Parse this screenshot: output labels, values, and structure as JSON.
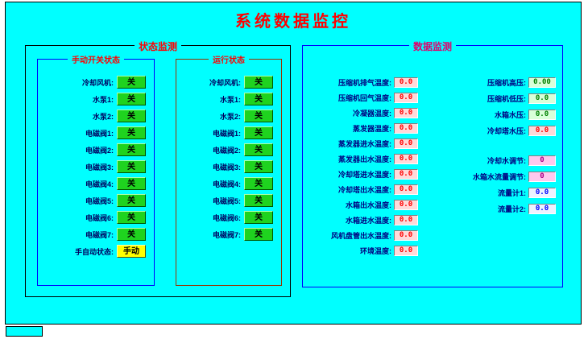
{
  "title": "系统数据监控",
  "colors": {
    "background": "#00FFFF",
    "title_text": "#FF0000",
    "switch_on_button": "#1FD31F",
    "manual_button": "#FFFF00",
    "value_red": "#FF0000",
    "value_green": "#008000",
    "value_blue": "#0000FF"
  },
  "status_section": {
    "label": "状态监测",
    "manual_switch": {
      "title": "手动开关状态",
      "rows": [
        {
          "label": "冷却风机:",
          "value": "关",
          "style": "green"
        },
        {
          "label": "水泵1:",
          "value": "关",
          "style": "green"
        },
        {
          "label": "水泵2:",
          "value": "关",
          "style": "green"
        },
        {
          "label": "电磁阀1:",
          "value": "关",
          "style": "green"
        },
        {
          "label": "电磁阀2:",
          "value": "关",
          "style": "green"
        },
        {
          "label": "电磁阀3:",
          "value": "关",
          "style": "green"
        },
        {
          "label": "电磁阀4:",
          "value": "关",
          "style": "green"
        },
        {
          "label": "电磁阀5:",
          "value": "关",
          "style": "green"
        },
        {
          "label": "电磁阀6:",
          "value": "关",
          "style": "green"
        },
        {
          "label": "电磁阀7:",
          "value": "关",
          "style": "green"
        },
        {
          "label": "手自动状态:",
          "value": "手动",
          "style": "yellow"
        }
      ]
    },
    "running_status": {
      "title": "运行状态",
      "rows": [
        {
          "label": "冷却风机:",
          "value": "关",
          "style": "green"
        },
        {
          "label": "水泵1:",
          "value": "关",
          "style": "green"
        },
        {
          "label": "水泵2:",
          "value": "关",
          "style": "green"
        },
        {
          "label": "电磁阀1:",
          "value": "关",
          "style": "green"
        },
        {
          "label": "电磁阀2:",
          "value": "关",
          "style": "green"
        },
        {
          "label": "电磁阀3:",
          "value": "关",
          "style": "green"
        },
        {
          "label": "电磁阀4:",
          "value": "关",
          "style": "green"
        },
        {
          "label": "电磁阀5:",
          "value": "关",
          "style": "green"
        },
        {
          "label": "电磁阀6:",
          "value": "关",
          "style": "green"
        },
        {
          "label": "电磁阀7:",
          "value": "关",
          "style": "green"
        }
      ]
    }
  },
  "data_section": {
    "label": "数据监测",
    "left_column": [
      {
        "label": "压缩机排气温度:",
        "value": "0.0",
        "color": "red"
      },
      {
        "label": "压缩机回气温度:",
        "value": "0.0",
        "color": "red"
      },
      {
        "label": "冷凝器温度:",
        "value": "0.0",
        "color": "red"
      },
      {
        "label": "蒸发器温度:",
        "value": "0.0",
        "color": "red"
      },
      {
        "label": "蒸发器进水温度:",
        "value": "0.0",
        "color": "red"
      },
      {
        "label": "蒸发器出水温度:",
        "value": "0.0",
        "color": "red"
      },
      {
        "label": "冷却塔进水温度:",
        "value": "0.0",
        "color": "red"
      },
      {
        "label": "冷却塔出水温度:",
        "value": "0.0",
        "color": "red"
      },
      {
        "label": "水箱出水温度:",
        "value": "0.0",
        "color": "red"
      },
      {
        "label": "水箱进水温度:",
        "value": "0.0",
        "color": "red"
      },
      {
        "label": "风机盘管出水温度:",
        "value": "0.0",
        "color": "red"
      },
      {
        "label": "环境温度:",
        "value": "0.0",
        "color": "red"
      }
    ],
    "right_top_column": [
      {
        "label": "压缩机高压:",
        "value": "0.00",
        "color": "green"
      },
      {
        "label": "压缩机低压:",
        "value": "0.0",
        "color": "green"
      },
      {
        "label": "水箱水压:",
        "value": "0.0",
        "color": "green"
      },
      {
        "label": "冷却塔水压:",
        "value": "0.0",
        "color": "red"
      }
    ],
    "right_bottom_column": [
      {
        "label": "冷却水调节:",
        "value": "0",
        "color": "pink"
      },
      {
        "label": "水箱水流量调节:",
        "value": "0",
        "color": "pink"
      },
      {
        "label": "流量计1:",
        "value": "0.0",
        "color": "blue"
      },
      {
        "label": "流量计2:",
        "value": "0.0",
        "color": "blue"
      }
    ]
  }
}
